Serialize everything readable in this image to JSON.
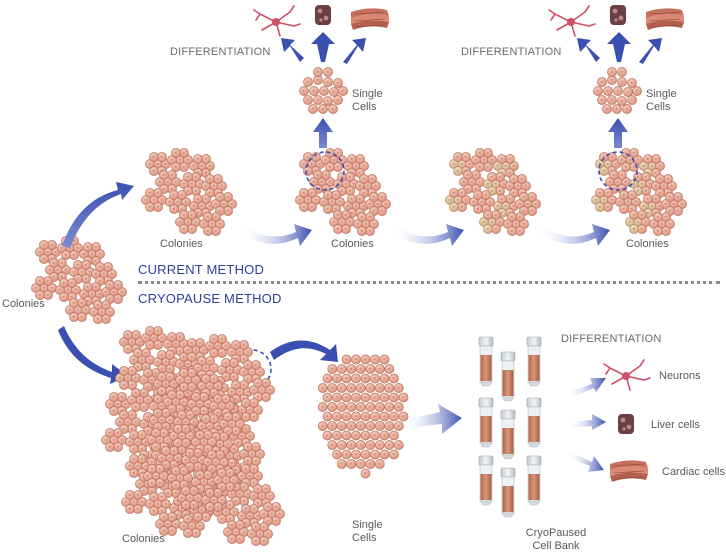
{
  "labels": {
    "differentiation_1": "DIFFERENTIATION",
    "differentiation_2": "DIFFERENTIATION",
    "differentiation_3": "DIFFERENTIATION",
    "single_cells_1": "Single\nCells",
    "single_cells_2": "Single\nCells",
    "single_cells_3": "Single\nCells",
    "colonies_start": "Colonies",
    "colonies_1": "Colonies",
    "colonies_2": "Colonies",
    "colonies_3": "Colonies",
    "colonies_bottom": "Colonies",
    "current_method": "CURRENT METHOD",
    "cryopause_method": "CRYOPAUSE METHOD",
    "cell_bank": "CryoPaused\nCell Bank",
    "neurons": "Neurons",
    "liver_cells": "Liver cells",
    "cardiac_cells": "Cardiac cells"
  },
  "colors": {
    "arrow": "#3a4fb0",
    "cell_fill": "#e8a592",
    "cell_stroke": "#b8705e",
    "cell_aged": "#d9c79a",
    "method_text": "#2e3f9c",
    "neuron": "#d0506a",
    "liver": "#6b4040",
    "cardiac": "#c8705e",
    "vial_cap": "#d9dde2",
    "vial_content": "#c97b5a"
  },
  "icons": [
    "neuron-icon",
    "liver-cell-icon",
    "cardiac-cell-icon",
    "vial-icon",
    "arrow-icon",
    "selection-circle-icon"
  ]
}
